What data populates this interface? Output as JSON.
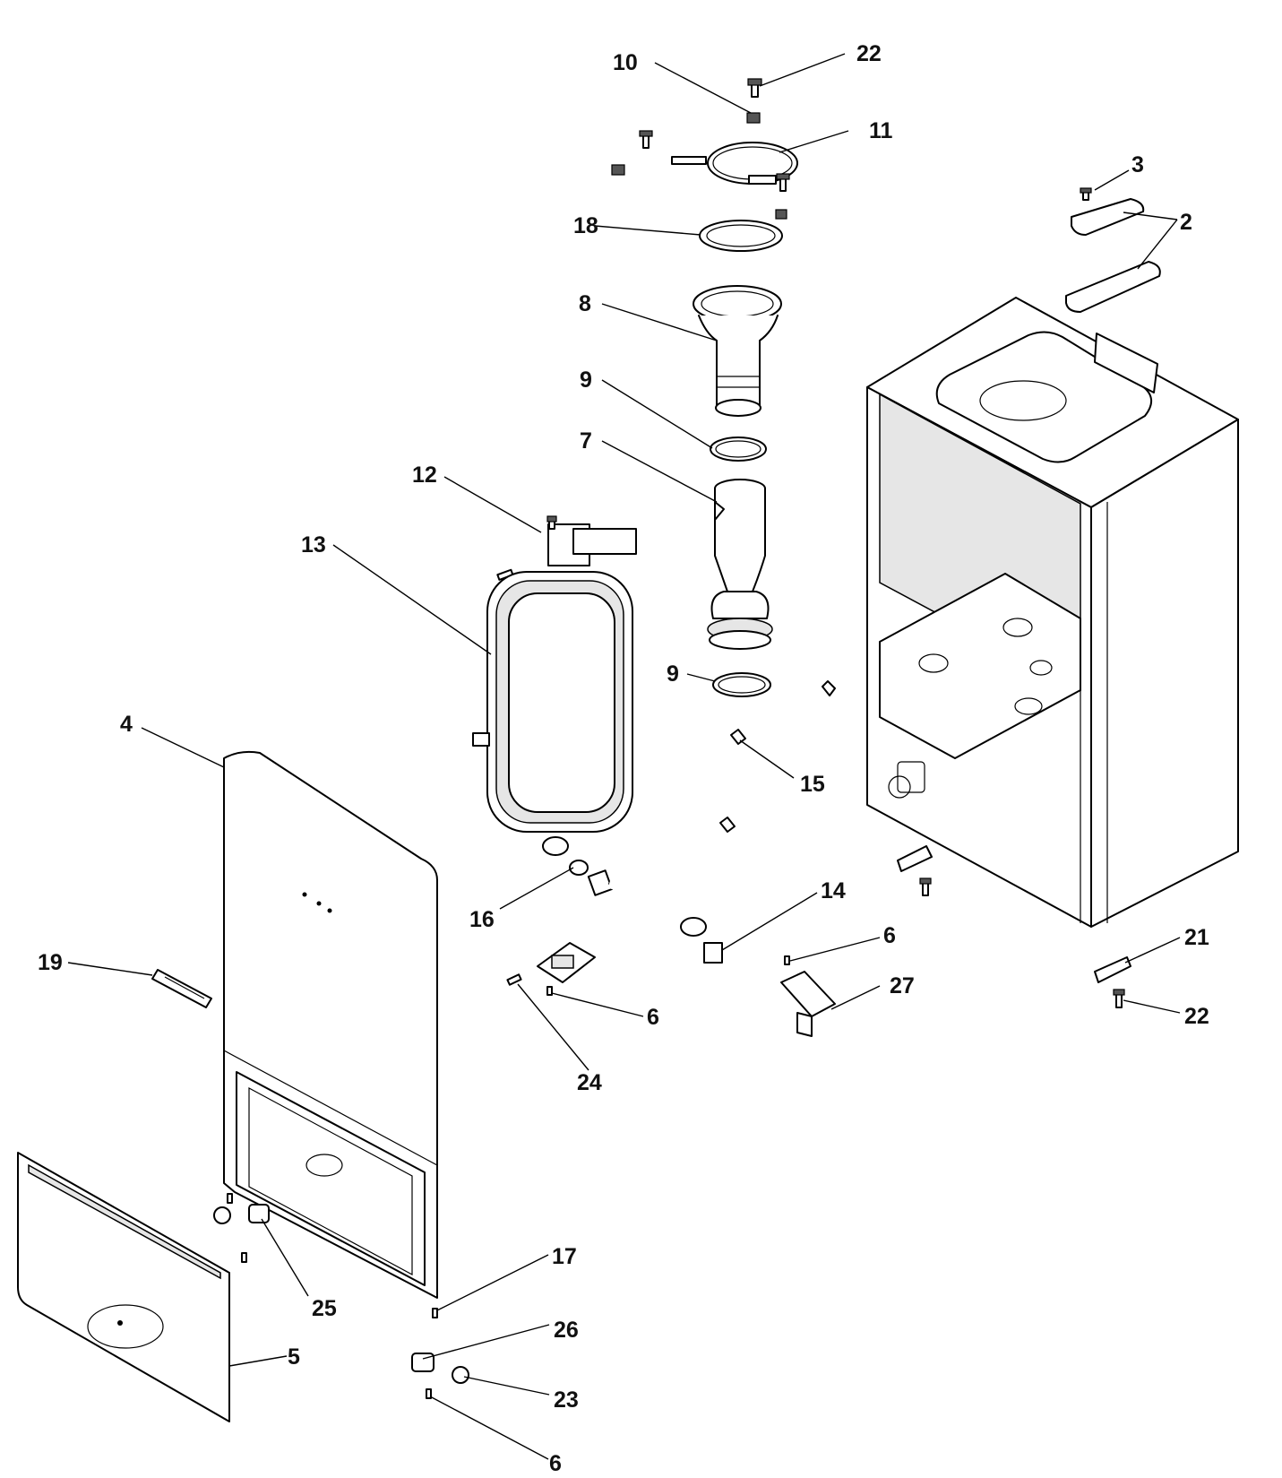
{
  "callouts": {
    "c2": "2",
    "c3": "3",
    "c4": "4",
    "c5": "5",
    "c6a": "6",
    "c6b": "6",
    "c6c": "6",
    "c7": "7",
    "c8": "8",
    "c9a": "9",
    "c9b": "9",
    "c10": "10",
    "c11": "11",
    "c12": "12",
    "c13": "13",
    "c14": "14",
    "c15": "15",
    "c16": "16",
    "c17": "17",
    "c18": "18",
    "c19": "19",
    "c21": "21",
    "c22a": "22",
    "c22b": "22",
    "c23": "23",
    "c24": "24",
    "c25": "25",
    "c26": "26",
    "c27": "27"
  },
  "colors": {
    "line": "#000000",
    "label": "#111111",
    "fill": "#ffffff",
    "shade": "#e6e6e6"
  }
}
